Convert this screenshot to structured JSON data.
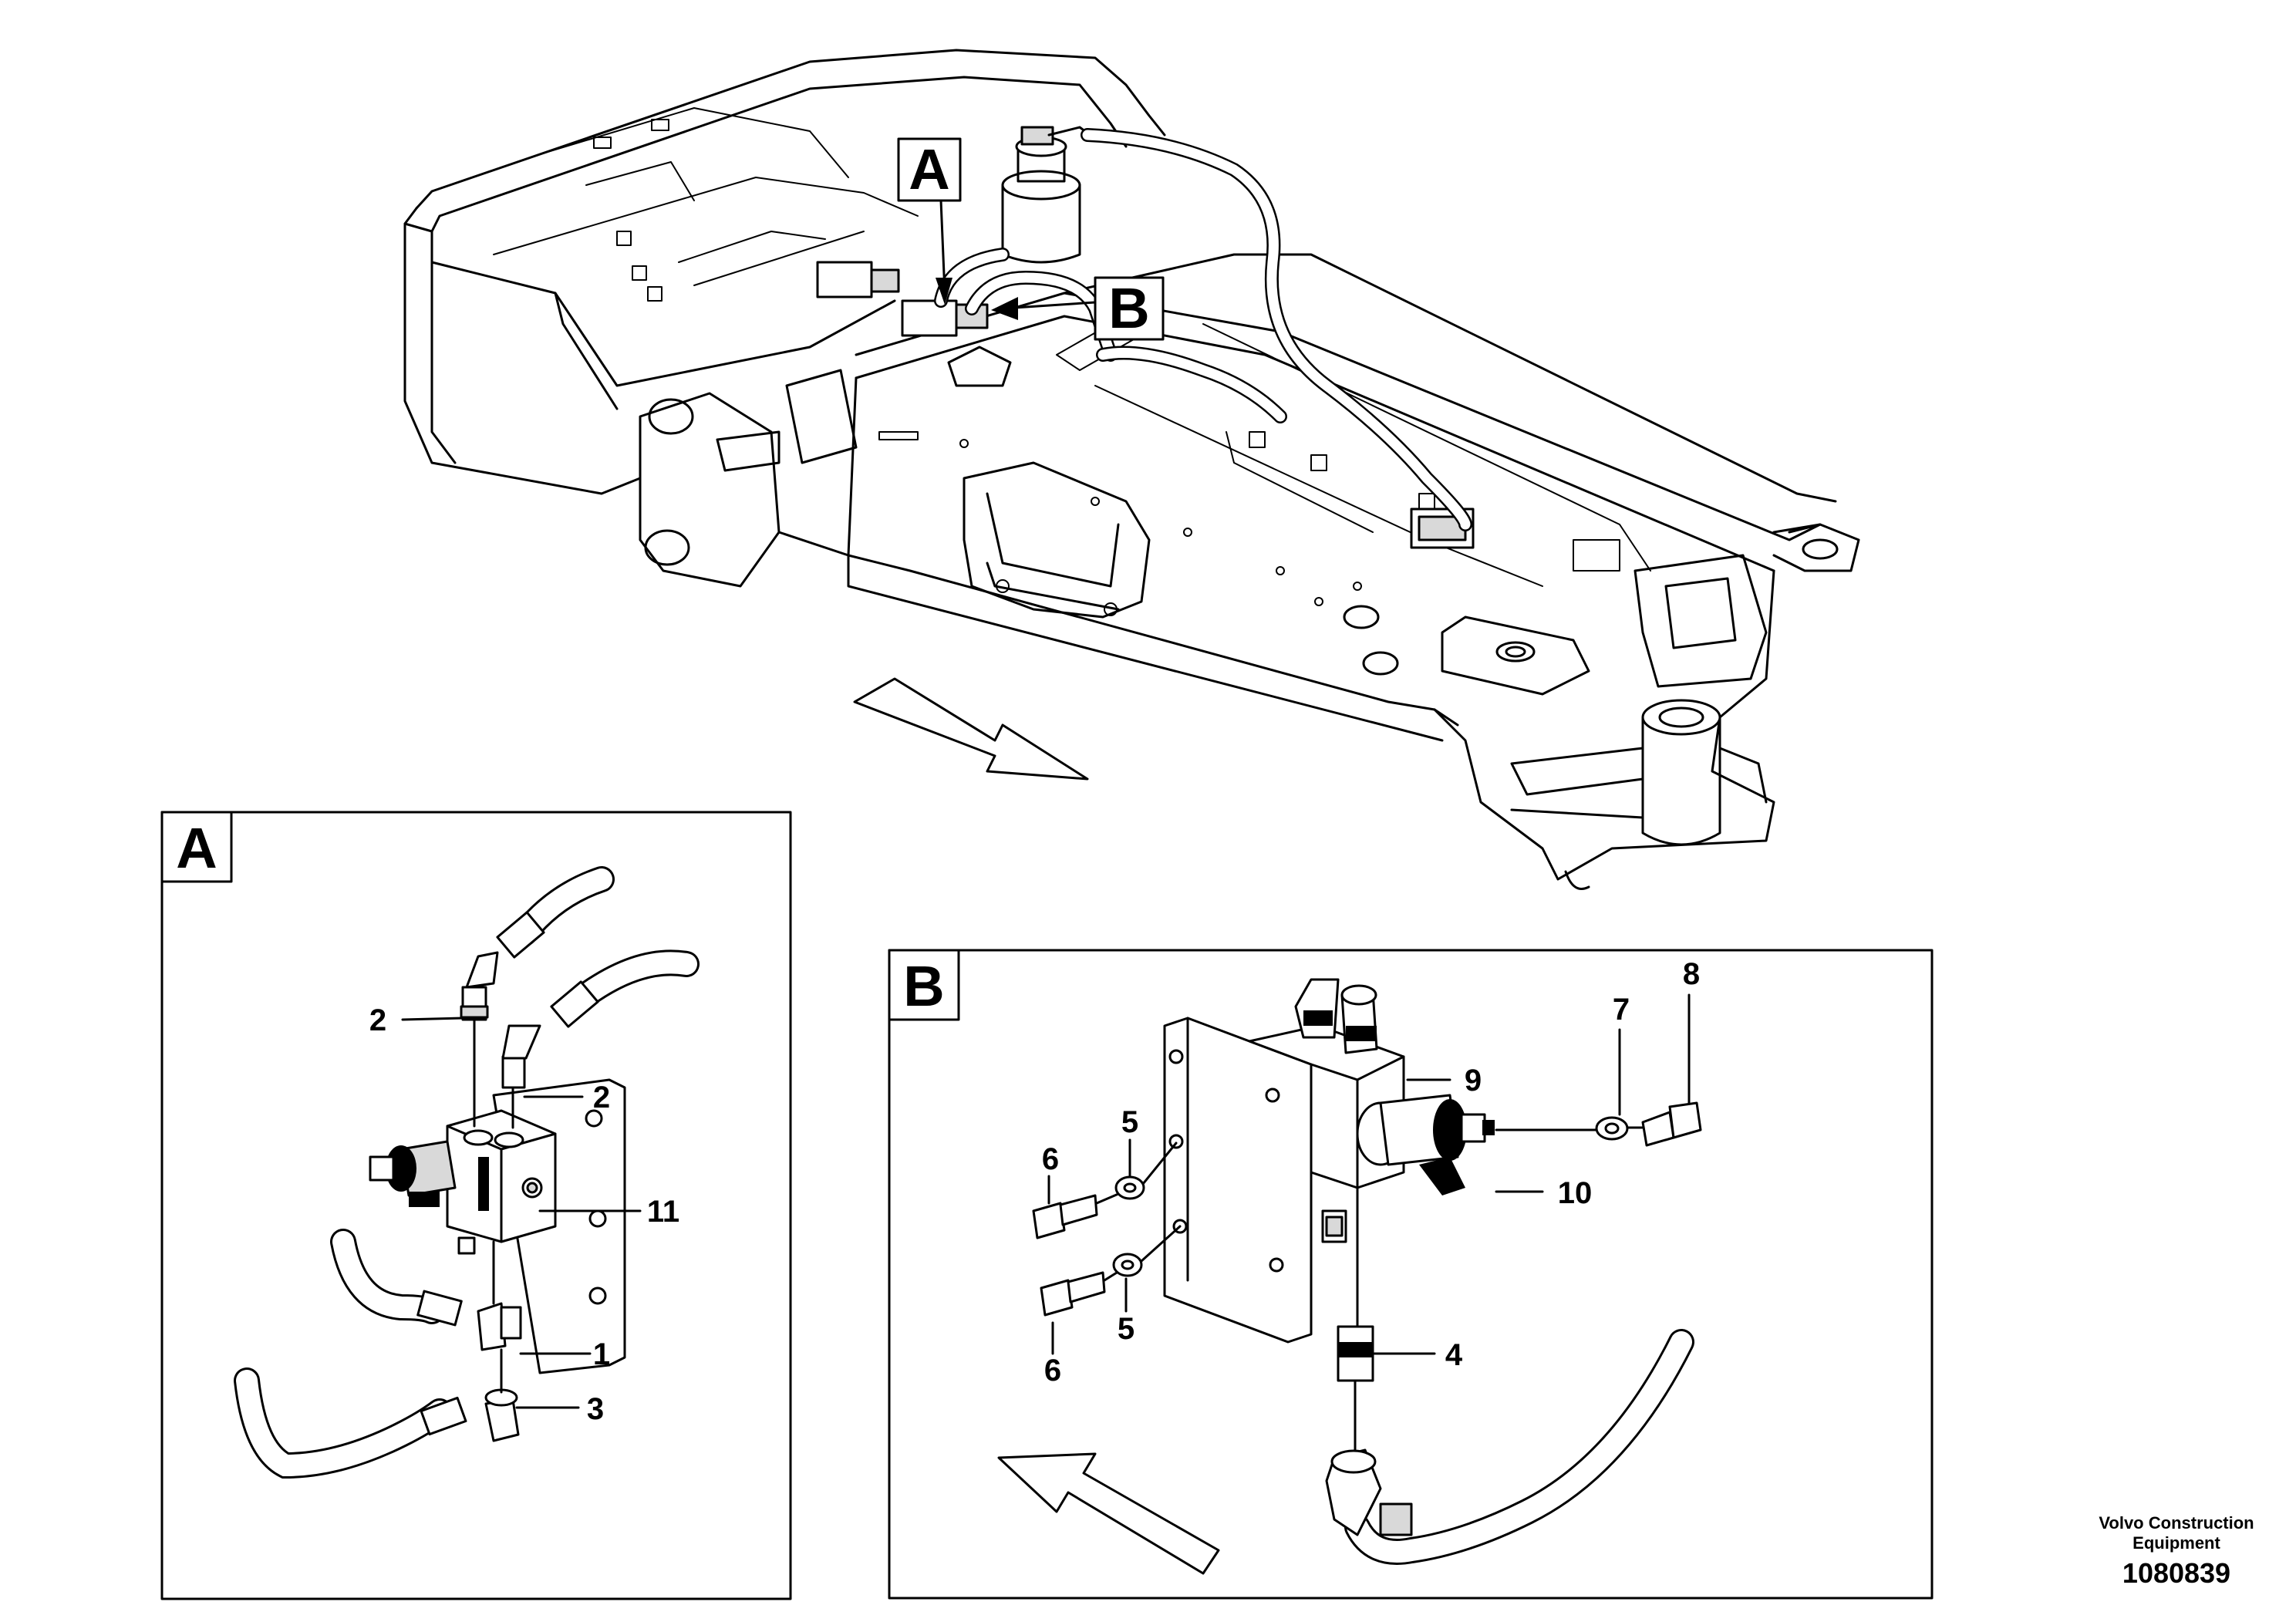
{
  "overview": {
    "callout_a": "A",
    "callout_b": "B"
  },
  "detail_a": {
    "tag": "A",
    "labels": [
      "2",
      "2",
      "11",
      "1",
      "3"
    ]
  },
  "detail_b": {
    "tag": "B",
    "labels": [
      "8",
      "7",
      "9",
      "5",
      "6",
      "10",
      "6",
      "5",
      "4"
    ]
  },
  "footer": {
    "company_line1": "Volvo Construction",
    "company_line2": "Equipment",
    "drawing_number": "1080839"
  }
}
